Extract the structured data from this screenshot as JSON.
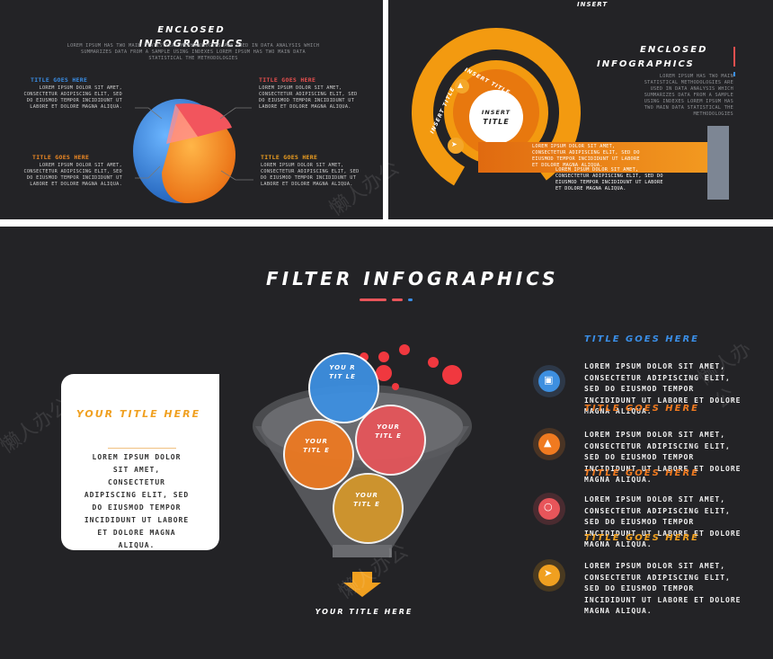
{
  "slide1": {
    "title_line1": "ENCLOSED",
    "title_line2": "INFOGRAPHICS",
    "intro": "LOREM IPSUM HAS TWO MAIN STATISTICAL METHODOLOGIES ARE USED IN DATA ANALYSIS WHICH SUMMARIZES DATA FROM A SAMPLE USING INDEXES LOREM IPSUM HAS TWO MAIN DATA STATISTICAL THE METHODOLOGIES",
    "blocks": [
      {
        "title": "TITLE GOES HERE",
        "color": "#3a8ee6",
        "text": "LOREM IPSUM DOLOR SIT AMET, CONSECTETUR ADIPISCING ELIT, SED DO EIUSMOD TEMPOR INCIDIDUNT UT LABORE ET DOLORE MAGNA ALIQUA."
      },
      {
        "title": "TITLE GOES HERE",
        "color": "#e8504f",
        "text": "LOREM IPSUM DOLOR SIT AMET, CONSECTETUR ADIPISCING ELIT, SED DO EIUSMOD TEMPOR INCIDIDUNT UT LABORE ET DOLORE MAGNA ALIQUA."
      },
      {
        "title": "TITLE GOES HERE",
        "color": "#f08a24",
        "text": "LOREM IPSUM DOLOR SIT AMET, CONSECTETUR ADIPISCING ELIT, SED DO EIUSMOD TEMPOR INCIDIDUNT UT LABORE ET DOLORE MAGNA ALIQUA."
      },
      {
        "title": "TITLE GOES HERE",
        "color": "#f0a020",
        "text": "LOREM IPSUM DOLOR SIT AMET, CONSECTETUR ADIPISCING ELIT, SED DO EIUSMOD TEMPOR INCIDIDUNT UT LABORE ET DOLORE MAGNA ALIQUA."
      }
    ]
  },
  "slide2": {
    "title_line1": "ENCLOSED",
    "title_line2": "INFOGRAPHICS",
    "side_text": "LOREM IPSUM HAS TWO MAIN STATISTICAL METHODOLOGIES ARE USED IN DATA ANALYSIS WHICH SUMMARIZES DATA FROM A SAMPLE USING INDEXES LOREM IPSUM HAS TWO MAIN DATA STATISTICAL THE METHODOLOGIES",
    "arc_label1": "INSERT TITLE",
    "arc_label2": "INSERT TITLE",
    "center_line1": "INSERT",
    "center_line2": "TITLE",
    "bar_text1": "LOREM IPSUM DOLOR SIT AMET, CONSECTETUR ADIPISCING ELIT, SED DO EIUSMOD TEMPOR INCIDIDUNT UT LABORE ET DOLORE MAGNA ALIQUA.",
    "bar_text2": "LOREM IPSUM DOLOR SIT AMET, CONSECTETUR ADIPISCING ELIT, SED DO EIUSMOD TEMPOR INCIDIDUNT UT LABORE ET DOLORE MAGNA ALIQUA."
  },
  "slide3": {
    "title": "FILTER INFOGRAPHICS",
    "card_title": "YOUR TITLE HERE",
    "card_text": "LOREM IPSUM DOLOR SIT AMET, CONSECTETUR ADIPISCING ELIT, SED DO EIUSMOD TEMPOR INCIDIDUNT UT LABORE ET DOLORE MAGNA ALIQUA.",
    "circles": [
      {
        "label": "YOU R TIT LE",
        "color": "#3d8fe0"
      },
      {
        "label": "YOUR TITL E",
        "color": "#e8555a"
      },
      {
        "label": "YOUR TITL E",
        "color": "#f07a20"
      },
      {
        "label": "YOUR TITL E",
        "color": "#d99a2a"
      }
    ],
    "funnel_caption": "YOUR TITLE HERE",
    "items": [
      {
        "title": "TITLE GOES HERE",
        "title_color": "#3a8ee6",
        "icon": "monitor-icon",
        "icon_color": "#3d8fe0",
        "text": "LOREM IPSUM DOLOR SIT AMET, CONSECTETUR ADIPISCING ELIT, SED DO EIUSMOD TEMPOR INCIDIDUNT UT LABORE ET DOLORE MAGNA ALIQUA."
      },
      {
        "title": "TITLE GOES HERE",
        "title_color": "#f07a20",
        "icon": "thumbs-up-icon",
        "icon_color": "#f07a20",
        "text": "LOREM IPSUM DOLOR SIT AMET, CONSECTETUR ADIPISCING ELIT, SED DO EIUSMOD TEMPOR INCIDIDUNT UT LABORE ET DOLORE MAGNA ALIQUA."
      },
      {
        "title": "TITLE GOES HERE",
        "title_color": "#f07a20",
        "icon": "speech-bubble-icon",
        "icon_color": "#e8555a",
        "text": "LOREM IPSUM DOLOR SIT AMET, CONSECTETUR ADIPISCING ELIT, SED DO EIUSMOD TEMPOR INCIDIDUNT UT LABORE ET DOLORE MAGNA ALIQUA."
      },
      {
        "title": "TITLE GOES HERE",
        "title_color": "#f0a020",
        "icon": "rocket-icon",
        "icon_color": "#f0a020",
        "text": "LOREM IPSUM DOLOR SIT AMET, CONSECTETUR ADIPISCING ELIT, SED DO EIUSMOD TEMPOR INCIDIDUNT UT LABORE ET DOLORE MAGNA ALIQUA."
      }
    ]
  },
  "watermark": "懒人办公"
}
